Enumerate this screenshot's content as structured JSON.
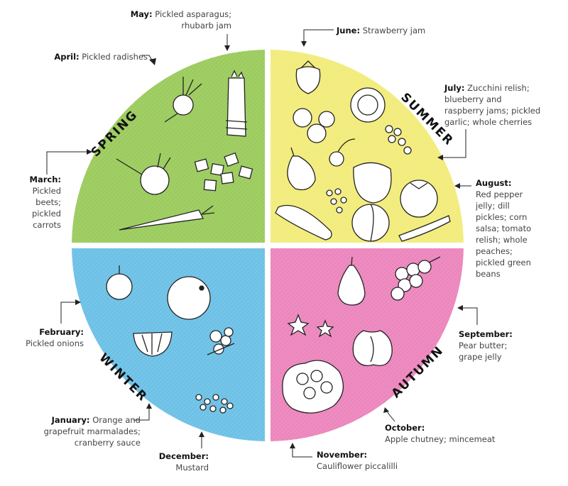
{
  "seasons": {
    "spring": {
      "label": "SPRING",
      "color": "#9ccb5e"
    },
    "summer": {
      "label": "SUMMER",
      "color": "#f2ec7c"
    },
    "autumn": {
      "label": "AUTUMN",
      "color": "#ec86bd"
    },
    "winter": {
      "label": "WINTER",
      "color": "#6dc1e6"
    }
  },
  "months": {
    "may": {
      "month": "May:",
      "text1": "Pickled asparagus;",
      "text2": "rhubarb jam"
    },
    "april": {
      "month": "April:",
      "text1": "Pickled radishes"
    },
    "march": {
      "month": "March:",
      "text1": "Pickled",
      "text2": "beets;",
      "text3": "pickled",
      "text4": "carrots"
    },
    "june": {
      "month": "June:",
      "text1": "Strawberry jam"
    },
    "july": {
      "month": "July:",
      "text1": "Zucchini relish;",
      "text2": "blueberry and",
      "text3": "raspberry jams; pickled",
      "text4": "garlic; whole cherries"
    },
    "august": {
      "month": "August:",
      "text1": "Red pepper",
      "text2": "jelly; dill",
      "text3": "pickles; corn",
      "text4": "salsa; tomato",
      "text5": "relish; whole",
      "text6": "peaches;",
      "text7": "pickled green",
      "text8": "beans"
    },
    "september": {
      "month": "September:",
      "text1": "Pear butter;",
      "text2": "grape jelly"
    },
    "october": {
      "month": "October:",
      "text1": "Apple chutney; mincemeat"
    },
    "november": {
      "month": "November:",
      "text1": "Cauliflower piccalilli"
    },
    "december": {
      "month": "December:",
      "text1": "Mustard"
    },
    "january": {
      "month": "January:",
      "text1": "Orange and",
      "text2": "grapefruit marmalades;",
      "text3": "cranberry sauce"
    },
    "february": {
      "month": "February:",
      "text1": "Pickled onions"
    }
  }
}
